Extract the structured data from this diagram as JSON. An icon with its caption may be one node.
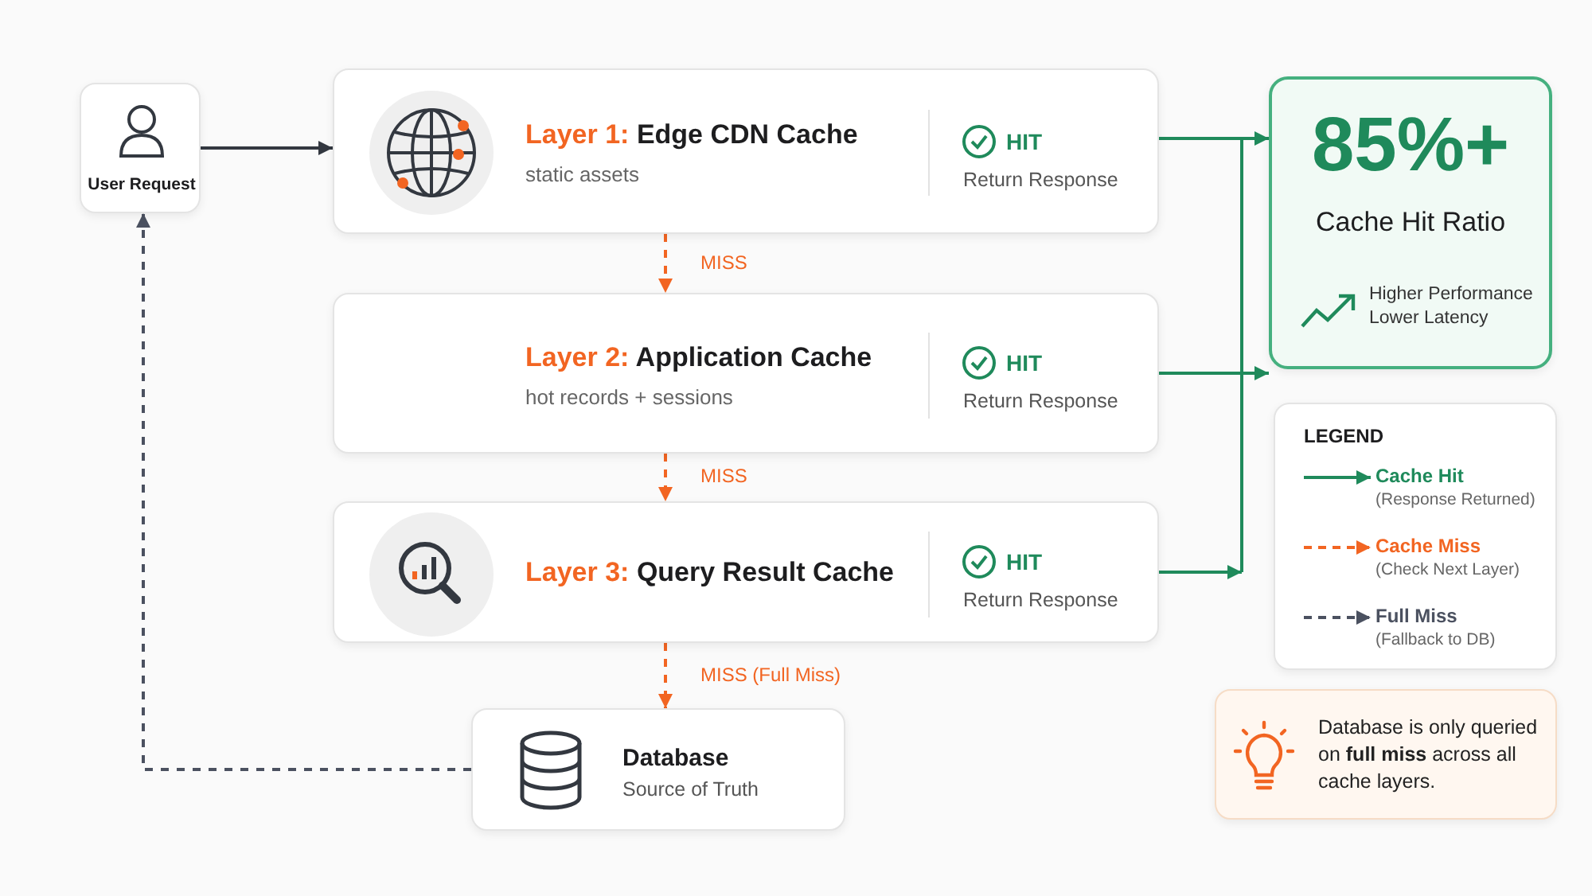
{
  "diagram": {
    "nodes": [
      {
        "text": [
          "User Request"
        ]
      },
      {
        "text": [
          "Layer 1:",
          "Edge CDN Cache",
          "static assets"
        ]
      },
      {
        "text": [
          "HIT",
          "Return Response"
        ],
        "in": 1
      },
      {
        "text": [
          "Layer 2:",
          "Application Cache",
          "hot records + sessions"
        ]
      },
      {
        "text": [
          "HIT",
          "Return Response"
        ],
        "in": 3
      },
      {
        "text": [
          "Layer 3:",
          "Query Result Cache"
        ]
      },
      {
        "text": [
          "HIT",
          "Return Response"
        ],
        "in": 5
      },
      {
        "text": [
          "Database",
          "Source of Truth"
        ]
      },
      {
        "text": [
          "85%+",
          "Cache Hit Ratio",
          "Higher Performance Lower Latency"
        ]
      },
      {
        "text": [
          "Database is only queried on **full miss** across all cache layers."
        ]
      }
    ],
    "edges": [
      {
        "from": 0,
        "to": 1,
        "arrow": "to",
        "color": "#333840"
      },
      {
        "from": 1,
        "to": 3,
        "arrow": "to",
        "label": "MISS",
        "style": "dashed",
        "color": "#f26522"
      },
      {
        "from": 3,
        "to": 5,
        "arrow": "to",
        "label": "MISS",
        "style": "dashed",
        "color": "#f26522"
      },
      {
        "from": 5,
        "to": 7,
        "arrow": "to",
        "label": "MISS (Full Miss)",
        "style": "dashed",
        "color": "#f26522"
      },
      {
        "from": 7,
        "to": 0,
        "arrow": "to",
        "style": "dashed",
        "color": "#4b5160"
      },
      {
        "from": 1,
        "to": 8,
        "arrow": "to",
        "color": "#1f8a5b"
      },
      {
        "from": 3,
        "to": 8,
        "arrow": "to",
        "color": "#1f8a5b"
      },
      {
        "from": 5,
        "to": null,
        "arrow": "to",
        "color": "#1f8a5b"
      }
    ],
    "labels": [
      "LEGEND",
      "(Response Returned)",
      "(Check Next Layer)",
      "(Fallback to DB)"
    ],
    "legend": [
      {
        "text": "Cache Hit"
      },
      {
        "text": "Cache Miss"
      },
      {
        "text": "Full Miss"
      }
    ]
  }
}
